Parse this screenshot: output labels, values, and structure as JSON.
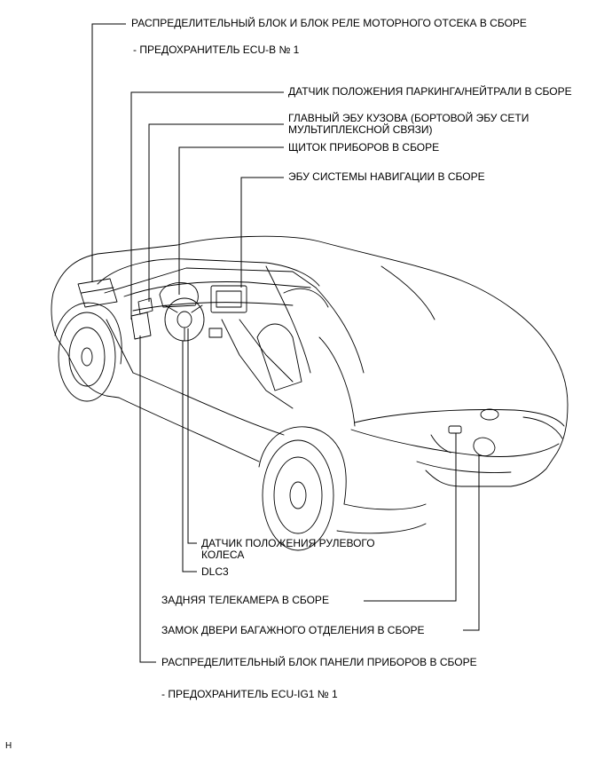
{
  "labels": {
    "engine_relay_block": "РАСПРЕДЕЛИТЕЛЬНЫЙ БЛОК И БЛОК РЕЛЕ МОТОРНОГО ОТСЕКА В СБОРЕ",
    "engine_fuse": "- ПРЕДОХРАНИТЕЛЬ ECU-B № 1",
    "park_neutral_sensor": "ДАТЧИК ПОЛОЖЕНИЯ ПАРКИНГА/НЕЙТРАЛИ В СБОРЕ",
    "main_body_ecu": "ГЛАВНЫЙ ЭБУ КУЗОВА (БОРТОВОЙ ЭБУ СЕТИ\nМУЛЬТИПЛЕКСНОЙ СВЯЗИ)",
    "combination_meter": "ЩИТОК ПРИБОРОВ В СБОРЕ",
    "navigation_ecu": "ЭБУ СИСТЕМЫ НАВИГАЦИИ В СБОРЕ",
    "steering_sensor": "ДАТЧИК ПОЛОЖЕНИЯ РУЛЕВОГО\nКОЛЕСА",
    "dlc3": "DLC3",
    "rear_camera": "ЗАДНЯЯ ТЕЛЕКАМЕРА В СБОРЕ",
    "trunk_lock": "ЗАМОК ДВЕРИ БАГАЖНОГО ОТДЕЛЕНИЯ В СБОРЕ",
    "panel_junction_block": "РАСПРЕДЕЛИТЕЛЬНЫЙ БЛОК ПАНЕЛИ ПРИБОРОВ В СБОРЕ",
    "panel_fuse": "- ПРЕДОХРАНИТЕЛЬ ECU-IG1 № 1",
    "corner_mark": "H"
  }
}
